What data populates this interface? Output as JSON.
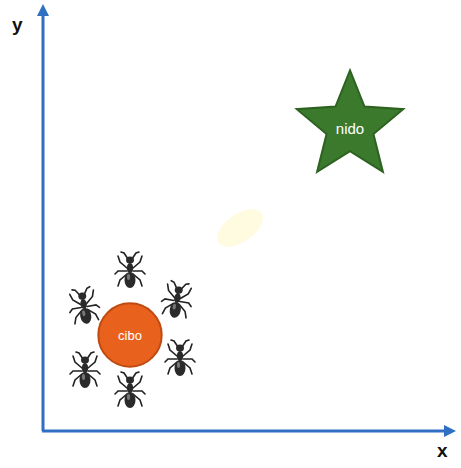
{
  "diagram": {
    "nodes": [
      {
        "text": [
          "nido"
        ]
      },
      {
        "text": [
          "cibo"
        ]
      }
    ],
    "labels": [
      "y",
      "x"
    ]
  }
}
